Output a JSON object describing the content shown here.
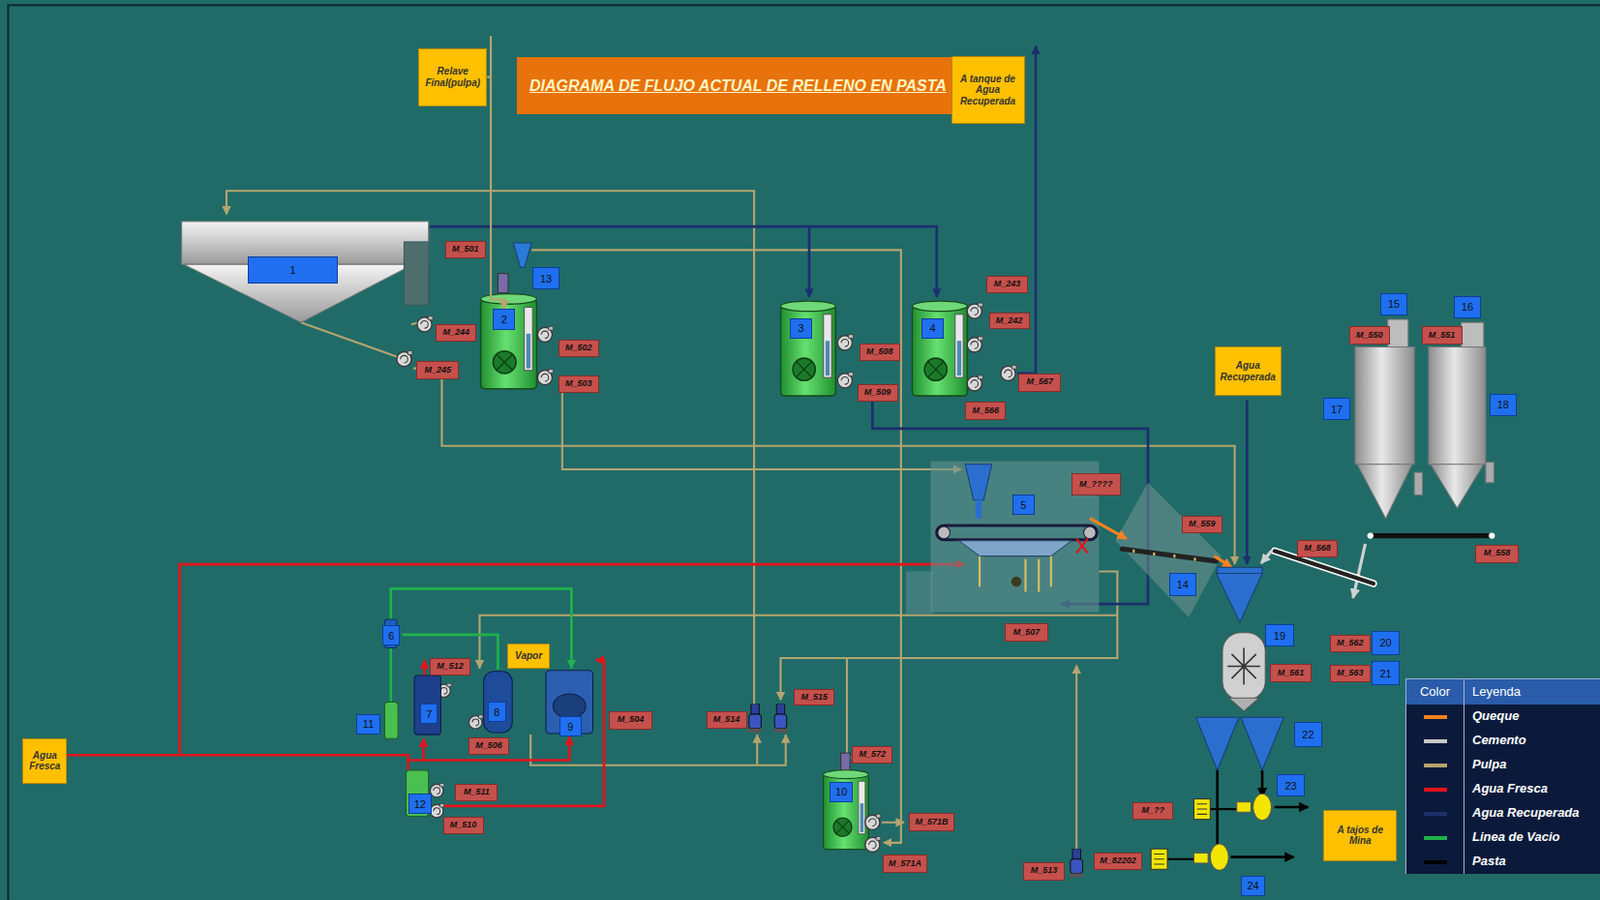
{
  "diagram": {
    "title": "DIAGRAMA DE FLUJO ACTUAL DE RELLENO EN PASTA",
    "nodes": [
      {
        "text": [
          "Relave Final(pulpa)"
        ]
      },
      {
        "text": [
          "A tanque de Agua Recuperada"
        ]
      },
      {
        "text": [
          "1"
        ]
      },
      {
        "text": [
          "M_501"
        ]
      },
      {
        "text": [
          "13"
        ]
      },
      {
        "text": [
          "2"
        ]
      },
      {
        "text": [
          "M_244"
        ]
      },
      {
        "text": [
          "M_502"
        ]
      },
      {
        "text": [
          "M_245"
        ]
      },
      {
        "text": [
          "M_503"
        ]
      },
      {
        "text": [
          "M_243"
        ]
      },
      {
        "text": [
          "3"
        ]
      },
      {
        "text": [
          "4"
        ]
      },
      {
        "text": [
          "M_242"
        ]
      },
      {
        "text": [
          "M_508"
        ]
      },
      {
        "text": [
          "M_509"
        ]
      },
      {
        "text": [
          "M_567"
        ]
      },
      {
        "text": [
          "M_566"
        ]
      },
      {
        "text": [
          "15"
        ]
      },
      {
        "text": [
          "16"
        ]
      },
      {
        "text": [
          "M_550"
        ]
      },
      {
        "text": [
          "M_551"
        ]
      },
      {
        "text": [
          "Agua Recuperada"
        ]
      },
      {
        "text": [
          "17"
        ]
      },
      {
        "text": [
          "18"
        ]
      },
      {
        "text": [
          "M_????"
        ]
      },
      {
        "text": [
          "5"
        ]
      },
      {
        "text": [
          "M_559"
        ]
      },
      {
        "text": [
          "M_568"
        ]
      },
      {
        "text": [
          "M_558"
        ]
      },
      {
        "text": [
          "14"
        ]
      },
      {
        "text": [
          "M_507"
        ]
      },
      {
        "text": [
          "19"
        ]
      },
      {
        "text": [
          "20"
        ]
      },
      {
        "text": [
          "M_562"
        ]
      },
      {
        "text": [
          "6"
        ]
      },
      {
        "text": [
          "M_512"
        ]
      },
      {
        "text": [
          "Vapor"
        ]
      },
      {
        "text": [
          "7"
        ]
      },
      {
        "text": [
          "8"
        ]
      },
      {
        "text": [
          "M_561"
        ]
      },
      {
        "text": [
          "21"
        ]
      },
      {
        "text": [
          "M_563"
        ]
      },
      {
        "text": [
          "M_515"
        ]
      },
      {
        "text": [
          "M_514"
        ]
      },
      {
        "text": [
          "11"
        ]
      },
      {
        "text": [
          "9"
        ]
      },
      {
        "text": [
          "M_504"
        ]
      },
      {
        "text": [
          "22"
        ]
      },
      {
        "text": [
          "Agua Fresca"
        ]
      },
      {
        "text": [
          "M_506"
        ]
      },
      {
        "text": [
          "M_572"
        ]
      },
      {
        "text": [
          "23"
        ]
      },
      {
        "text": [
          "M_511"
        ]
      },
      {
        "text": [
          "12"
        ]
      },
      {
        "text": [
          "10"
        ]
      },
      {
        "text": [
          "M_??"
        ]
      },
      {
        "text": [
          "A tajos de Mina"
        ]
      },
      {
        "text": [
          "M_571B"
        ]
      },
      {
        "text": [
          "M_510"
        ]
      },
      {
        "text": [
          "M_82202"
        ]
      },
      {
        "text": [
          "M_571A"
        ]
      },
      {
        "text": [
          "M_513"
        ]
      },
      {
        "text": [
          "24"
        ]
      }
    ],
    "edges": [
      {
        "from": 0,
        "to": 5,
        "arrow": "to"
      }
    ],
    "labels": [
      "Color",
      "Leyenda"
    ],
    "legend": [
      {
        "text": "Queque",
        "color": "#f5821f"
      },
      {
        "text": "Cemento",
        "color": "#c8c8c8"
      },
      {
        "text": "Pulpa",
        "color": "#b5a46e"
      },
      {
        "text": "Agua Fresca",
        "color": "#e3131b"
      },
      {
        "text": "Agua Recuperada",
        "color": "#1c2f6e"
      },
      {
        "text": "Linea de Vacio",
        "color": "#20b24a"
      },
      {
        "text": "Pasta",
        "color": "#000000"
      }
    ]
  }
}
